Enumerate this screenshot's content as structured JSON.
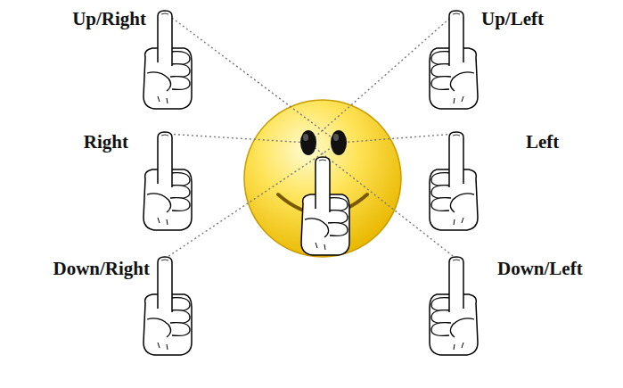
{
  "diagram": {
    "labels": [
      "Up/Right",
      "Up/Left",
      "Right",
      "Left",
      "Down/Right",
      "Down/Left"
    ]
  }
}
